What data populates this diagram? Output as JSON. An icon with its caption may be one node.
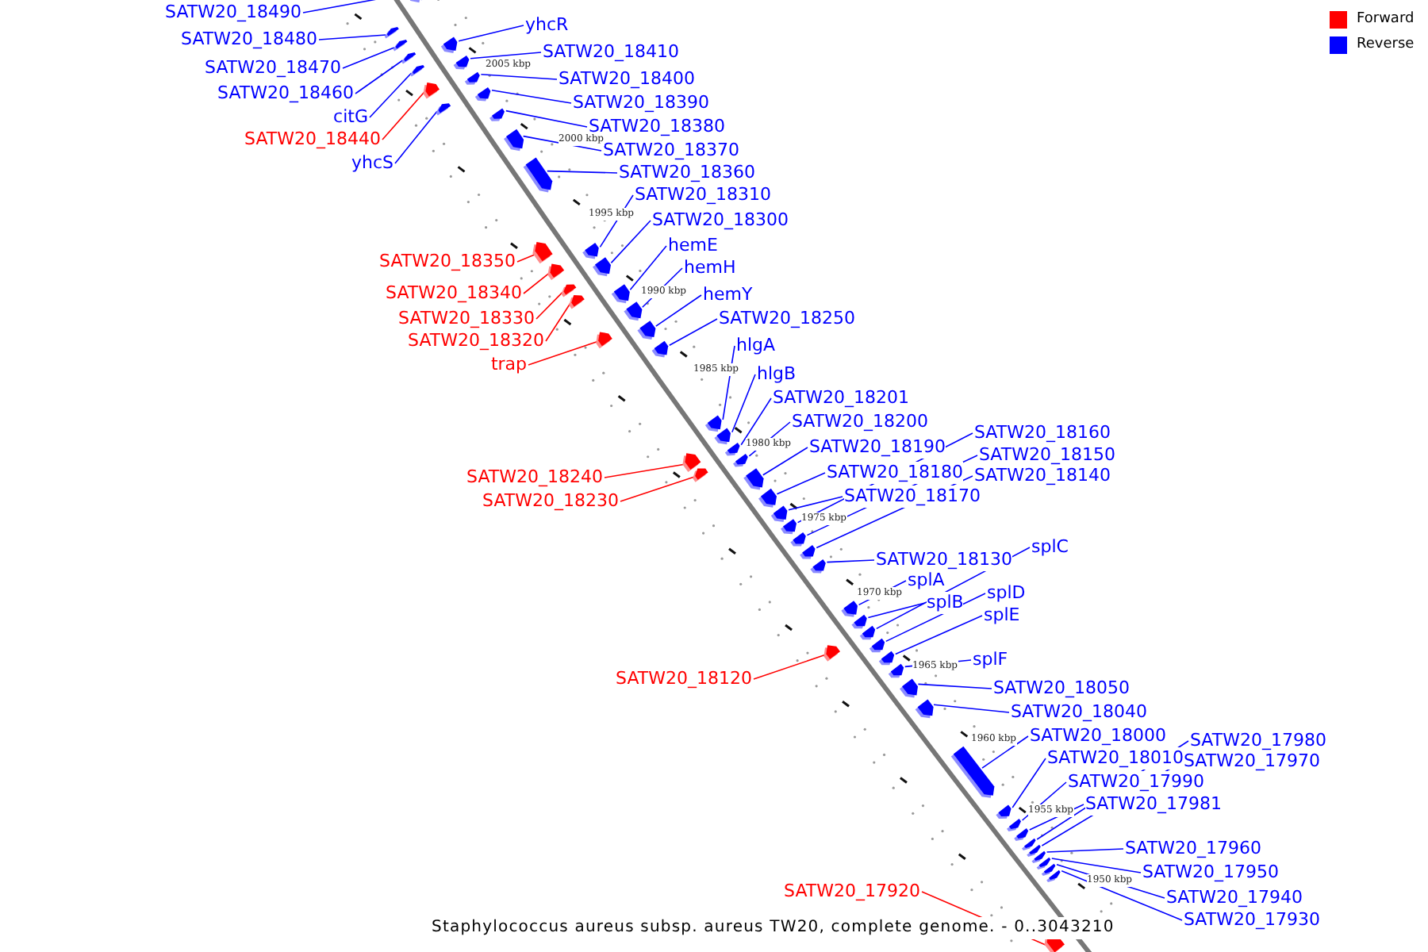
{
  "diagram": {
    "caption": "Staphylococcus aureus subsp. aureus TW20, complete genome. - 0..3043210",
    "nodes": [
      {
        "text": [
          "SATW20_18490"
        ]
      },
      {
        "text": [],
        "shape": "arrow"
      },
      {
        "text": [
          "SATW20_18480"
        ]
      },
      {
        "text": [],
        "shape": "arrow"
      },
      {
        "text": [
          "SATW20_18470"
        ]
      },
      {
        "text": [],
        "shape": "arrow"
      },
      {
        "text": [
          "SATW20_18460"
        ]
      },
      {
        "text": [],
        "shape": "arrow"
      },
      {
        "text": [
          "citG"
        ]
      },
      {
        "text": [],
        "shape": "arrow"
      },
      {
        "text": [
          "SATW20_18440"
        ]
      },
      {
        "text": [],
        "shape": "arrow"
      },
      {
        "text": [
          "yhcS"
        ]
      },
      {
        "text": [],
        "shape": "arrow"
      },
      {
        "text": [
          "yhcR"
        ]
      },
      {
        "text": [],
        "shape": "arrow"
      },
      {
        "text": [
          "SATW20_18410"
        ]
      },
      {
        "text": [],
        "shape": "arrow"
      },
      {
        "text": [
          "SATW20_18400"
        ]
      },
      {
        "text": [],
        "shape": "arrow"
      },
      {
        "text": [
          "SATW20_18390"
        ]
      },
      {
        "text": [],
        "shape": "arrow"
      },
      {
        "text": [
          "SATW20_18380"
        ]
      },
      {
        "text": [],
        "shape": "arrow"
      },
      {
        "text": [
          "SATW20_18370"
        ]
      },
      {
        "text": [],
        "shape": "arrow"
      },
      {
        "text": [
          "SATW20_18360"
        ]
      },
      {
        "text": [],
        "shape": "arrow"
      },
      {
        "text": [
          "SATW20_18310"
        ]
      },
      {
        "text": [],
        "shape": "arrow"
      },
      {
        "text": [
          "SATW20_18300"
        ]
      },
      {
        "text": [],
        "shape": "arrow"
      },
      {
        "text": [
          "hemE"
        ]
      },
      {
        "text": [],
        "shape": "arrow"
      },
      {
        "text": [
          "hemH"
        ]
      },
      {
        "text": [],
        "shape": "arrow"
      },
      {
        "text": [
          "hemY"
        ]
      },
      {
        "text": [],
        "shape": "arrow"
      },
      {
        "text": [
          "SATW20_18250"
        ]
      },
      {
        "text": [],
        "shape": "arrow"
      },
      {
        "text": [
          "SATW20_18350"
        ]
      },
      {
        "text": [],
        "shape": "arrow"
      },
      {
        "text": [
          "SATW20_18340"
        ]
      },
      {
        "text": [],
        "shape": "arrow"
      },
      {
        "text": [
          "SATW20_18330"
        ]
      },
      {
        "text": [],
        "shape": "arrow"
      },
      {
        "text": [
          "SATW20_18320"
        ]
      },
      {
        "text": [],
        "shape": "arrow"
      },
      {
        "text": [
          "trap"
        ]
      },
      {
        "text": [],
        "shape": "arrow"
      },
      {
        "text": [
          "hlgA"
        ]
      },
      {
        "text": [],
        "shape": "arrow"
      },
      {
        "text": [
          "hlgB"
        ]
      },
      {
        "text": [],
        "shape": "arrow"
      },
      {
        "text": [
          "SATW20_18201"
        ]
      },
      {
        "text": [],
        "shape": "arrow"
      },
      {
        "text": [
          "SATW20_18200"
        ]
      },
      {
        "text": [],
        "shape": "arrow"
      },
      {
        "text": [
          "SATW20_18190"
        ]
      },
      {
        "text": [],
        "shape": "arrow"
      },
      {
        "text": [
          "SATW20_18180"
        ]
      },
      {
        "text": [],
        "shape": "arrow"
      },
      {
        "text": [
          "SATW20_18170"
        ]
      },
      {
        "text": [],
        "shape": "arrow"
      },
      {
        "text": [
          "SATW20_18160"
        ]
      },
      {
        "text": [],
        "shape": "arrow"
      },
      {
        "text": [
          "SATW20_18150"
        ]
      },
      {
        "text": [],
        "shape": "arrow"
      },
      {
        "text": [
          "SATW20_18140"
        ]
      },
      {
        "text": [],
        "shape": "arrow"
      },
      {
        "text": [
          "SATW20_18130"
        ]
      },
      {
        "text": [],
        "shape": "arrow"
      },
      {
        "text": [
          "SATW20_18240"
        ]
      },
      {
        "text": [],
        "shape": "arrow"
      },
      {
        "text": [
          "SATW20_18230"
        ]
      },
      {
        "text": [],
        "shape": "arrow"
      },
      {
        "text": [
          "splA"
        ]
      },
      {
        "text": [],
        "shape": "arrow"
      },
      {
        "text": [
          "splB"
        ]
      },
      {
        "text": [],
        "shape": "arrow"
      },
      {
        "text": [
          "splC"
        ]
      },
      {
        "text": [],
        "shape": "arrow"
      },
      {
        "text": [
          "splD"
        ]
      },
      {
        "text": [],
        "shape": "arrow"
      },
      {
        "text": [
          "splE"
        ]
      },
      {
        "text": [],
        "shape": "arrow"
      },
      {
        "text": [
          "splF"
        ]
      },
      {
        "text": [],
        "shape": "arrow"
      },
      {
        "text": [
          "SATW20_18120"
        ]
      },
      {
        "text": [],
        "shape": "arrow"
      },
      {
        "text": [
          "SATW20_18050"
        ]
      },
      {
        "text": [],
        "shape": "arrow"
      },
      {
        "text": [
          "SATW20_18040"
        ]
      },
      {
        "text": [],
        "shape": "arrow"
      },
      {
        "text": [
          "SATW20_18000"
        ]
      },
      {
        "text": [],
        "shape": "arrow"
      },
      {
        "text": [
          "SATW20_17980"
        ]
      },
      {
        "text": [],
        "shape": "arrow"
      },
      {
        "text": [
          "SATW20_18010"
        ]
      },
      {
        "text": [],
        "shape": "arrow"
      },
      {
        "text": [
          "SATW20_17970"
        ]
      },
      {
        "text": [],
        "shape": "arrow"
      },
      {
        "text": [
          "SATW20_17990"
        ]
      },
      {
        "text": [],
        "shape": "arrow"
      },
      {
        "text": [
          "SATW20_17981"
        ]
      },
      {
        "text": [],
        "shape": "arrow"
      },
      {
        "text": [
          "SATW20_17960"
        ]
      },
      {
        "text": [],
        "shape": "arrow"
      },
      {
        "text": [
          "SATW20_17950"
        ]
      },
      {
        "text": [],
        "shape": "arrow"
      },
      {
        "text": [
          "SATW20_17920"
        ]
      },
      {
        "text": [],
        "shape": "arrow"
      },
      {
        "text": [
          "SATW20_17940"
        ]
      },
      {
        "text": [],
        "shape": "arrow"
      },
      {
        "text": [
          "SATW20_17930"
        ]
      },
      {
        "text": [],
        "shape": "arrow"
      }
    ],
    "edges": [
      {
        "from": 0,
        "to": 1,
        "arrow": "none"
      },
      {
        "from": 2,
        "to": 3,
        "arrow": "none"
      },
      {
        "from": 4,
        "to": 5,
        "arrow": "none"
      },
      {
        "from": 6,
        "to": 7,
        "arrow": "none"
      },
      {
        "from": 8,
        "to": 9,
        "arrow": "none"
      },
      {
        "from": 10,
        "to": 11,
        "arrow": "none",
        "color": "#ff0000"
      },
      {
        "from": 12,
        "to": 13,
        "arrow": "none"
      },
      {
        "from": 14,
        "to": 15,
        "arrow": "none"
      },
      {
        "from": 16,
        "to": 17,
        "arrow": "none"
      },
      {
        "from": 18,
        "to": 19,
        "arrow": "none"
      },
      {
        "from": 20,
        "to": 21,
        "arrow": "none"
      },
      {
        "from": 22,
        "to": 23,
        "arrow": "none"
      },
      {
        "from": 24,
        "to": 25,
        "arrow": "none"
      },
      {
        "from": 26,
        "to": 27,
        "arrow": "none"
      },
      {
        "from": 28,
        "to": 29,
        "arrow": "none"
      },
      {
        "from": 30,
        "to": 31,
        "arrow": "none"
      },
      {
        "from": 32,
        "to": 33,
        "arrow": "none"
      },
      {
        "from": 34,
        "to": 35,
        "arrow": "none"
      },
      {
        "from": 36,
        "to": 37,
        "arrow": "none"
      },
      {
        "from": 38,
        "to": 39,
        "arrow": "none"
      },
      {
        "from": 40,
        "to": 41,
        "arrow": "none",
        "color": "#ff0000"
      },
      {
        "from": 42,
        "to": 43,
        "arrow": "none",
        "color": "#ff0000"
      },
      {
        "from": 44,
        "to": 45,
        "arrow": "none",
        "color": "#ff0000"
      },
      {
        "from": 46,
        "to": 47,
        "arrow": "none",
        "color": "#ff0000"
      },
      {
        "from": 48,
        "to": 49,
        "arrow": "none",
        "color": "#ff0000"
      },
      {
        "from": 50,
        "to": 51,
        "arrow": "none"
      },
      {
        "from": 52,
        "to": 53,
        "arrow": "none"
      },
      {
        "from": 54,
        "to": 55,
        "arrow": "none"
      },
      {
        "from": 56,
        "to": 57,
        "arrow": "none"
      },
      {
        "from": 58,
        "to": 59,
        "arrow": "none"
      },
      {
        "from": 60,
        "to": 61,
        "arrow": "none"
      },
      {
        "from": 62,
        "to": 63,
        "arrow": "none"
      },
      {
        "from": 64,
        "to": 65,
        "arrow": "none"
      },
      {
        "from": 66,
        "to": 67,
        "arrow": "none"
      },
      {
        "from": 68,
        "to": 69,
        "arrow": "none"
      },
      {
        "from": 70,
        "to": 71,
        "arrow": "none"
      },
      {
        "from": 72,
        "to": 73,
        "arrow": "none",
        "color": "#ff0000"
      },
      {
        "from": 74,
        "to": 75,
        "arrow": "none",
        "color": "#ff0000"
      },
      {
        "from": 76,
        "to": 77,
        "arrow": "none"
      },
      {
        "from": 78,
        "to": 79,
        "arrow": "none"
      },
      {
        "from": 80,
        "to": 81,
        "arrow": "none"
      },
      {
        "from": 82,
        "to": 83,
        "arrow": "none"
      },
      {
        "from": 84,
        "to": 85,
        "arrow": "none"
      },
      {
        "from": 86,
        "to": 87,
        "arrow": "none"
      },
      {
        "from": 88,
        "to": 89,
        "arrow": "none",
        "color": "#ff0000"
      },
      {
        "from": 90,
        "to": 91,
        "arrow": "none"
      },
      {
        "from": 92,
        "to": 93,
        "arrow": "none"
      },
      {
        "from": 94,
        "to": 95,
        "arrow": "none"
      },
      {
        "from": 96,
        "to": 97,
        "arrow": "none"
      },
      {
        "from": 98,
        "to": 99,
        "arrow": "none"
      },
      {
        "from": 100,
        "to": 101,
        "arrow": "none"
      },
      {
        "from": 102,
        "to": 103,
        "arrow": "none"
      },
      {
        "from": 104,
        "to": 105,
        "arrow": "none"
      },
      {
        "from": 106,
        "to": 107,
        "arrow": "none"
      },
      {
        "from": 108,
        "to": 109,
        "arrow": "none"
      },
      {
        "from": 110,
        "to": 111,
        "arrow": "none",
        "color": "#ff0000"
      },
      {
        "from": 112,
        "to": 113,
        "arrow": "none"
      },
      {
        "from": 114,
        "to": 115,
        "arrow": "none"
      }
    ],
    "labels": [
      "2005 kbp",
      "2000 kbp",
      "1995 kbp",
      "1990 kbp",
      "1985 kbp",
      "1980 kbp",
      "1975 kbp",
      "1970 kbp",
      "1965 kbp",
      "1960 kbp",
      "1955 kbp",
      "1950 kbp"
    ],
    "legend": [
      {
        "text": "Forward",
        "color": "#ff0000"
      },
      {
        "text": "Reverse",
        "color": "#0000ff"
      }
    ]
  }
}
